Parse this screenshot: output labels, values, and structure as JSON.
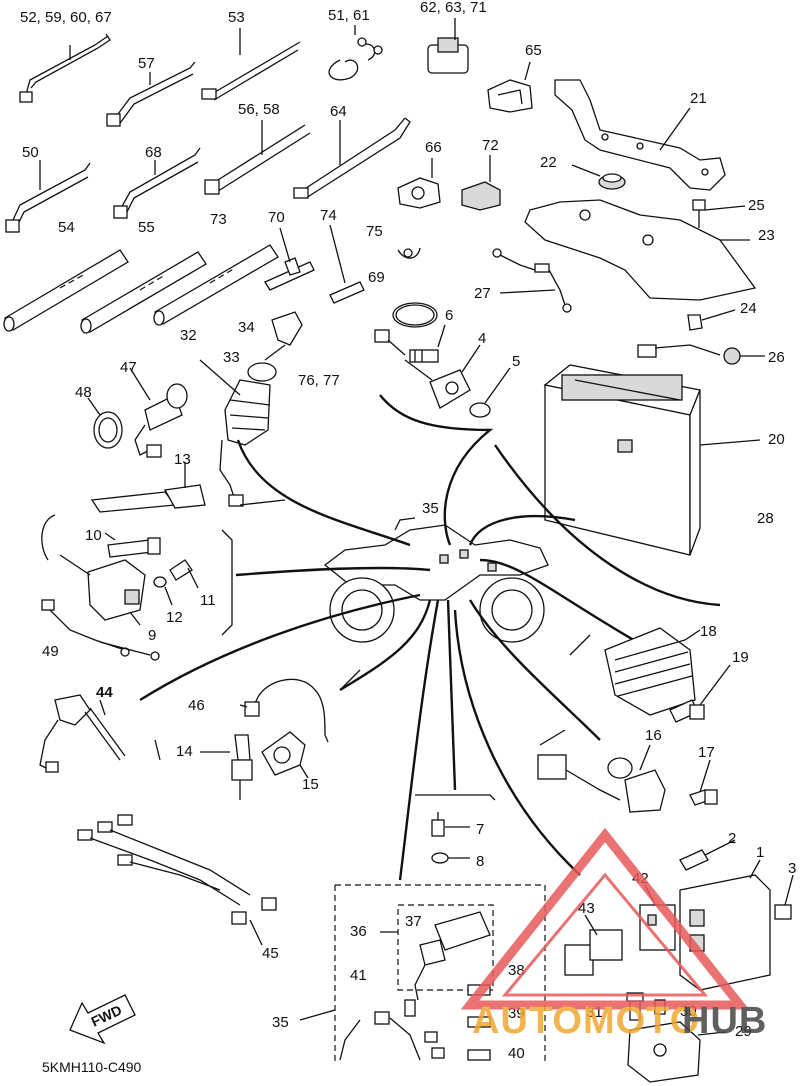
{
  "diagram": {
    "drawing_code": "5KMH110-C490",
    "fwd_label": "FWD",
    "watermark": {
      "part_a": "AUTOMOTO",
      "part_b": "HUB"
    },
    "callouts": [
      "52, 59, 60, 67",
      "53",
      "51, 61",
      "62, 63, 71",
      "57",
      "65",
      "21",
      "56, 58",
      "64",
      "50",
      "68",
      "66",
      "72",
      "22",
      "25",
      "23",
      "54",
      "55",
      "73",
      "70",
      "74",
      "75",
      "69",
      "27",
      "24",
      "32",
      "34",
      "33",
      "6",
      "4",
      "26",
      "76, 77",
      "5",
      "48",
      "47",
      "20",
      "13",
      "35",
      "28",
      "10",
      "11",
      "12",
      "9",
      "49",
      "18",
      "19",
      "44",
      "46",
      "16",
      "14",
      "15",
      "17",
      "7",
      "8",
      "1",
      "2",
      "3",
      "45",
      "42",
      "43",
      "36",
      "37",
      "41",
      "38",
      "39",
      "31",
      "30",
      "35",
      "29",
      "40"
    ]
  }
}
